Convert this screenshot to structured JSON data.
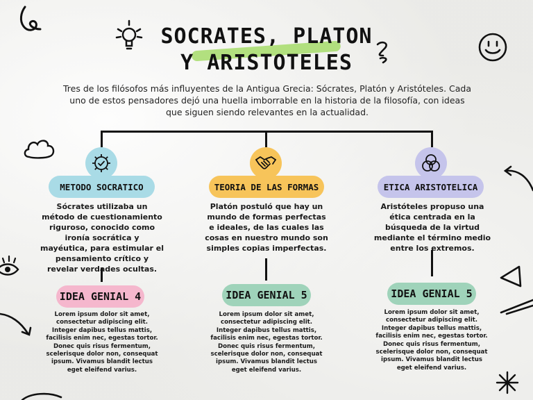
{
  "title": {
    "line1": "SOCRATES, PLATON",
    "line2": "Y ARISTOTELES"
  },
  "intro": "Tres de los filósofos más influyentes de la Antigua Grecia: Sócrates, Platón y Aristóteles. Cada uno de estos pensadores dejó una huella imborrable en la historia de la filosofía, con ideas que siguen siendo relevantes en la actualidad.",
  "branches": [
    {
      "heading": "METODO SOCRATICO",
      "icon": "gear-check-icon",
      "circle_color": "#a9dbe6",
      "pill_color": "#a9dbe6",
      "text": "Sócrates utilizaba un método de cuestionamiento riguroso, conocido como ironía socrática y mayéutica, para estimular el pensamiento crítico y revelar verdades ocultas.",
      "idea_title": "IDEA GENIAL 4",
      "idea_color": "#f5b7cd",
      "idea_text": "Lorem ipsum dolor sit amet, consectetur adipiscing elit. Integer dapibus tellus mattis, facilisis enim nec, egestas tortor. Donec quis risus fermentum, scelerisque dolor non, consequat ipsum. Vivamus blandit lectus eget eleifend varius."
    },
    {
      "heading": "TEORIA DE LAS FORMAS",
      "icon": "handshake-icon",
      "circle_color": "#f7c45a",
      "pill_color": "#f7c45a",
      "text": "Platón postuló que hay un mundo de formas perfectas e ideales, de las cuales las cosas en nuestro mundo son simples copias imperfectas.",
      "idea_title": "IDEA GENIAL 5",
      "idea_color": "#9fd3ba",
      "idea_text": "Lorem ipsum dolor sit amet, consectetur adipiscing elit. Integer dapibus tellus mattis, facilisis enim nec, egestas tortor. Donec quis risus fermentum, scelerisque dolor non, consequat ipsum. Vivamus blandit lectus eget eleifend varius."
    },
    {
      "heading": "ETICA ARISTOTELICA",
      "icon": "venn-circles-icon",
      "circle_color": "#c5c4eb",
      "pill_color": "#c5c4eb",
      "text": "Aristóteles propuso una ética centrada en la búsqueda de la virtud mediante el término medio entre los extremos.",
      "idea_title": "IDEA GENIAL 5",
      "idea_color": "#9fd3ba",
      "idea_text": "Lorem ipsum dolor sit amet, consectetur adipiscing elit. Integer dapibus tellus mattis, facilisis enim nec, egestas tortor. Donec quis risus fermentum, scelerisque dolor non, consequat ipsum. Vivamus blandit lectus eget eleifend varius."
    }
  ],
  "decorations": [
    "swirl-doodle-icon",
    "lightbulb-icon",
    "squiggle-doodle-icon",
    "smiley-icon",
    "cloud-icon",
    "arrow-doodle-icon",
    "eye-icon",
    "triangle-icon",
    "sparkle-icon"
  ]
}
